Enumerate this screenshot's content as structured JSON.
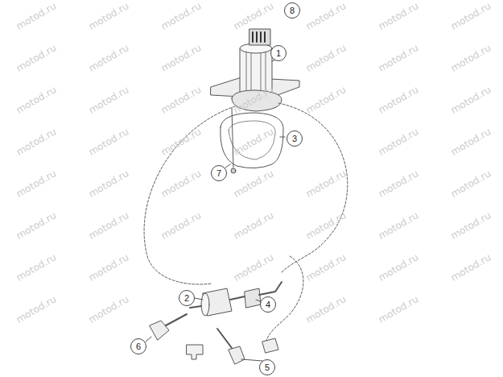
{
  "diagram": {
    "labels": [
      "8",
      "1",
      "3",
      "7",
      "2",
      "4",
      "6",
      "5",
      "motod.ru",
      "motod.ru",
      "motod.ru",
      "motod.ru",
      "motod.ru",
      "motod.ru",
      "motod.ru",
      "motod.ru",
      "motod.ru",
      "motod.ru",
      "motod.ru",
      "motod.ru",
      "motod.ru",
      "motod.ru",
      "motod.ru",
      "motod.ru",
      "motod.ru",
      "motod.ru",
      "motod.ru",
      "motod.ru",
      "motod.ru",
      "motod.ru",
      "motod.ru",
      "motod.ru",
      "motod.ru",
      "motod.ru",
      "motod.ru",
      "motod.ru",
      "motod.ru",
      "motod.ru",
      "motod.ru",
      "motod.ru",
      "motod.ru",
      "motod.ru",
      "motod.ru",
      "motod.ru",
      "motod.ru",
      "motod.ru",
      "motod.ru",
      "motod.ru",
      "motod.ru",
      "motod.ru",
      "motod.ru",
      "motod.ru",
      "motod.ru",
      "motod.ru",
      "motod.ru",
      "motod.ru",
      "motod.ru",
      "motod.ru"
    ]
  }
}
